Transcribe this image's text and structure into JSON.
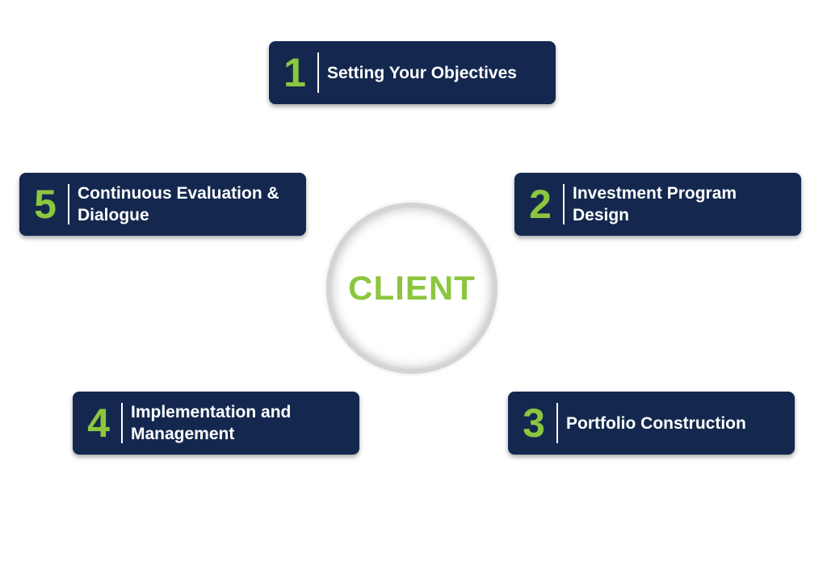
{
  "center": {
    "label": "CLIENT"
  },
  "steps": [
    {
      "number": "1",
      "label": "Setting Your Objectives"
    },
    {
      "number": "2",
      "label": "Investment Program Design"
    },
    {
      "number": "3",
      "label": "Portfolio Construction"
    },
    {
      "number": "4",
      "label": "Implementation and Management"
    },
    {
      "number": "5",
      "label": "Continuous Evaluation & Dialogue"
    }
  ],
  "colors": {
    "box_background": "#14284f",
    "accent_green": "#8cc63f",
    "text_white": "#ffffff"
  }
}
